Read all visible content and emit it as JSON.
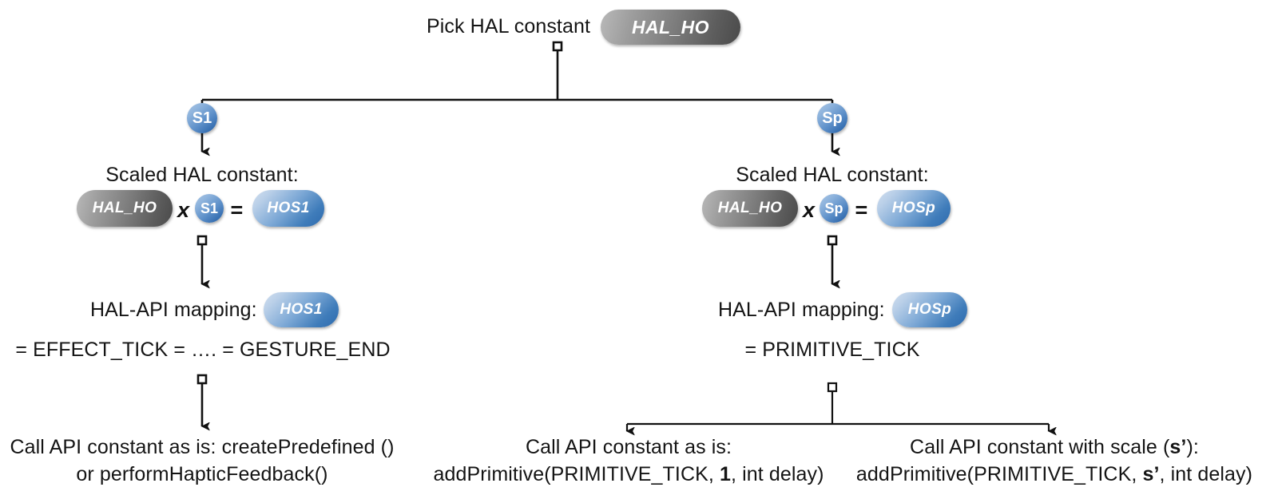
{
  "diagram": {
    "title_row": {
      "label": "Pick HAL constant",
      "pill": "HAL_HO"
    },
    "branch_labels": {
      "left": "S1",
      "right": "Sp"
    },
    "left_branch": {
      "scaled_label": "Scaled HAL constant:",
      "operand_a": "HAL_HO",
      "operator_times": "x",
      "operand_b": "S1",
      "operator_equals": "=",
      "result": "HOS1",
      "mapping_label": "HAL-API mapping:",
      "mapping_pill": "HOS1",
      "mapping_value": "= EFFECT_TICK = …. = GESTURE_END",
      "leaf": {
        "line1": "Call API constant as is: createPredefined ()",
        "line2": "or performHapticFeedback()"
      }
    },
    "right_branch": {
      "scaled_label": "Scaled HAL constant:",
      "operand_a": "HAL_HO",
      "operator_times": "x",
      "operand_b": "Sp",
      "operator_equals": "=",
      "result": "HOSp",
      "mapping_label": "HAL-API mapping:",
      "mapping_pill": "HOSp",
      "mapping_value": "= PRIMITIVE_TICK",
      "leaf_left": {
        "line1": "Call API constant as is:",
        "line2_pre": "addPrimitive(PRIMITIVE_TICK, ",
        "line2_bold": "1",
        "line2_post": ", int delay)"
      },
      "leaf_right": {
        "line1_pre": "Call API constant with scale (",
        "line1_bold": "s’",
        "line1_post": "):",
        "line2_pre": "addPrimitive(PRIMITIVE_TICK, ",
        "line2_bold": "s’",
        "line2_post": ", int delay)"
      }
    },
    "colors": {
      "line": "#1a1a1a",
      "text": "#141414",
      "gray_pill_light": "#b9b9b9",
      "gray_pill_dark": "#4a4a4a",
      "blue_pill_light": "#d2e0f0",
      "blue_pill_dark": "#2d6aae",
      "circle_light": "#aac6e4",
      "circle_dark": "#1f4f90"
    }
  }
}
